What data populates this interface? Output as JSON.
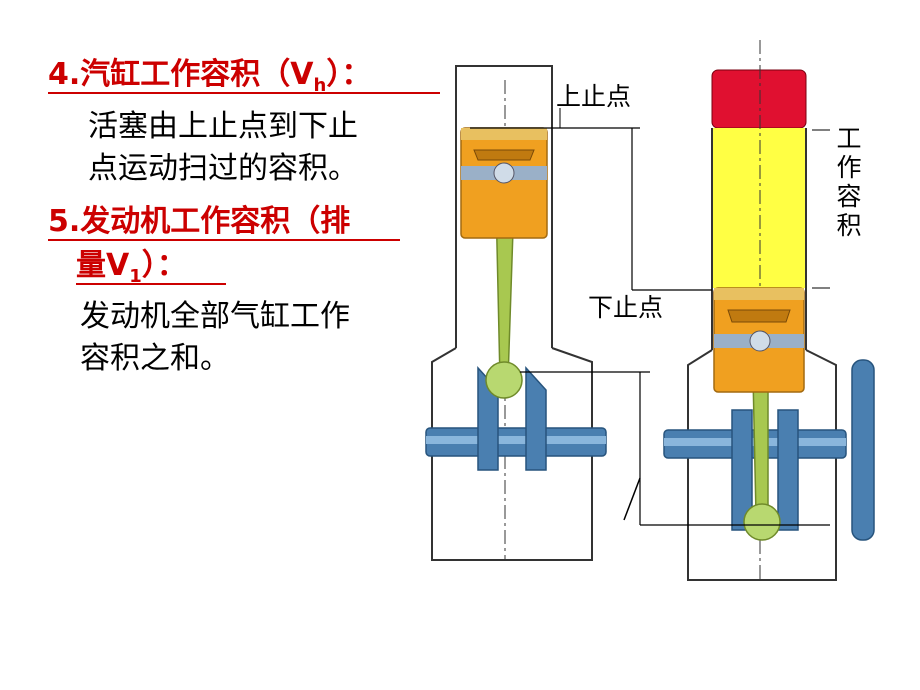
{
  "section4": {
    "heading_prefix": "4.汽缸工作容积（V",
    "heading_sub": "h",
    "heading_suffix": "）：",
    "body_line1": "活塞由上止点到下止",
    "body_line2": "点运动扫过的容积。"
  },
  "section5": {
    "heading_line1": "5.发动机工作容积（排",
    "heading_line2_prefix": "量V",
    "heading_line2_sub": "1",
    "heading_line2_suffix": "）：",
    "body_line1": "发动机全部气缸工作",
    "body_line2": "容积之和。"
  },
  "diagram": {
    "label_tdc": "上止点",
    "label_bdc": "下止点",
    "label_working_volume": [
      "工",
      "作",
      "容",
      "积"
    ]
  },
  "colors": {
    "heading": "#cc0000",
    "piston": "#f0a020",
    "working_volume": "#ffff44",
    "combustion_chamber": "#e01030",
    "crankshaft": "#4a7fb0",
    "connecting_rod": "#a8c850"
  }
}
